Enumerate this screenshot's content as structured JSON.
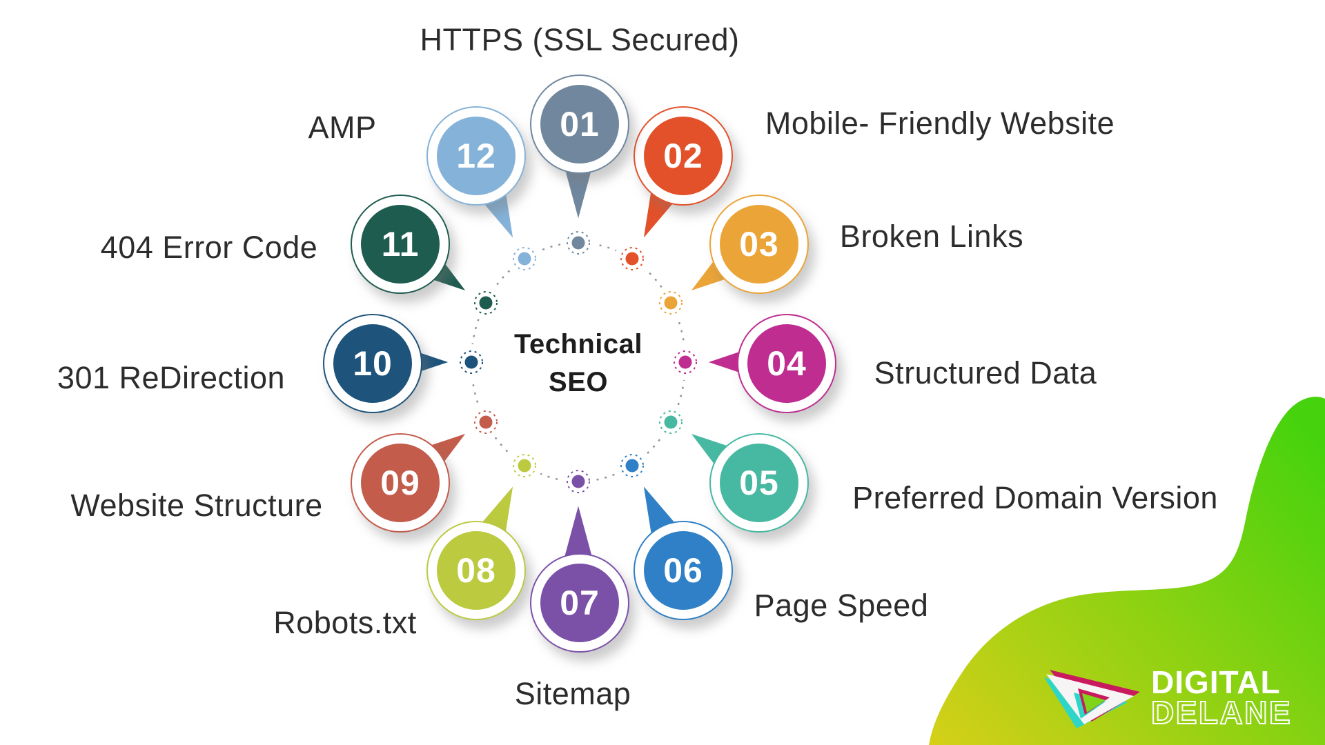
{
  "center": {
    "line1": "Technical",
    "line2": "SEO"
  },
  "items": [
    {
      "number": "01",
      "label": "HTTPS (SSL Secured)",
      "color": "#70879e"
    },
    {
      "number": "02",
      "label": "Mobile- Friendly Website",
      "color": "#e2512a"
    },
    {
      "number": "03",
      "label": "Broken Links",
      "color": "#eba438"
    },
    {
      "number": "04",
      "label": "Structured Data",
      "color": "#bf2d90"
    },
    {
      "number": "05",
      "label": "Preferred Domain Version",
      "color": "#47b8a1"
    },
    {
      "number": "06",
      "label": "Page Speed",
      "color": "#2f80c6"
    },
    {
      "number": "07",
      "label": "Sitemap",
      "color": "#7b51a8"
    },
    {
      "number": "08",
      "label": "Robots.txt",
      "color": "#bcca40"
    },
    {
      "number": "09",
      "label": "Website Structure",
      "color": "#c35c4b"
    },
    {
      "number": "10",
      "label": "301 ReDirection",
      "color": "#1e547c"
    },
    {
      "number": "11",
      "label": "404 Error Code",
      "color": "#1e5c50"
    },
    {
      "number": "12",
      "label": "AMP",
      "color": "#85b2d8"
    }
  ],
  "ring": {
    "color": "#8f959c"
  },
  "brand": {
    "line1": "DIGITAL",
    "line2": "DELANE",
    "blob_gradient_start": "#d6d018",
    "blob_gradient_end": "#46d30d",
    "logo_pink": "#c91a5d",
    "logo_teal": "#2fd6c8",
    "logo_white": "#f7f4f6",
    "logo_inner_green": "#7fd41c"
  }
}
